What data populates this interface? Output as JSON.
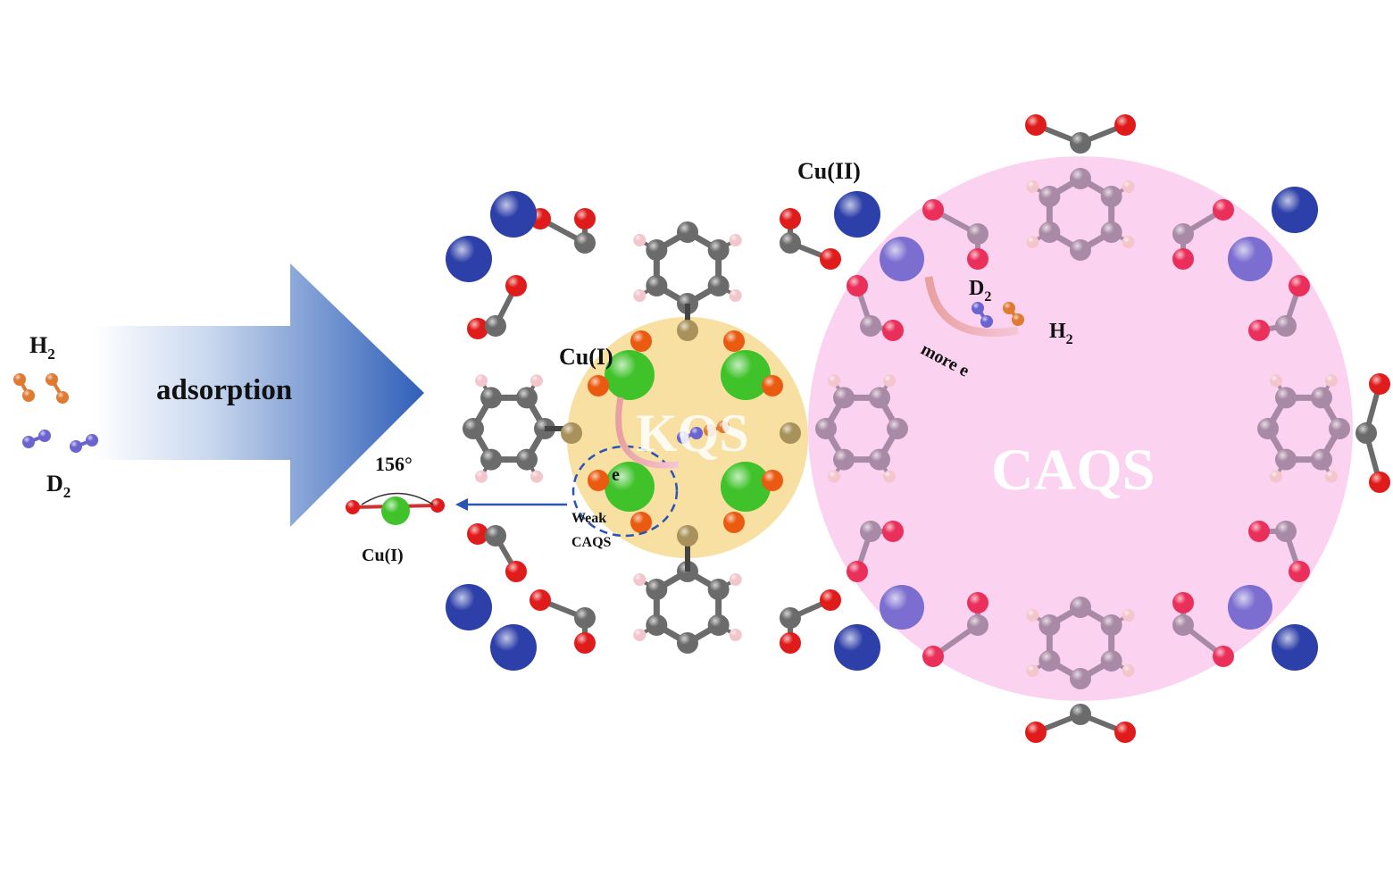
{
  "reactants": {
    "h2_label": "H",
    "h2_sub": "2",
    "d2_label": "D",
    "d2_sub": "2"
  },
  "arrow": {
    "label": "adsorption"
  },
  "inset": {
    "angle": "156°",
    "atom_label": "Cu(I)"
  },
  "framework": {
    "cu2_label": "Cu(II)",
    "cu1_label": "Cu(I)",
    "kqs_label": "KQS",
    "kqs_electron": "e",
    "weak_caqs_line1": "Weak",
    "weak_caqs_line2": "CAQS",
    "caqs_label": "CAQS",
    "caqs_d2": "D",
    "caqs_d2_sub": "2",
    "caqs_h2": "H",
    "caqs_h2_sub": "2",
    "more_e": "more e"
  },
  "colors": {
    "arrow_blue": "#2f5fb8",
    "kqs_zone": "#f6d98f",
    "caqs_zone": "#fbd0f0",
    "cu2": "#2d3fa8",
    "cu1": "#3fc22a",
    "oxygen": "#e02020",
    "carbon": "#6e6e6e"
  }
}
